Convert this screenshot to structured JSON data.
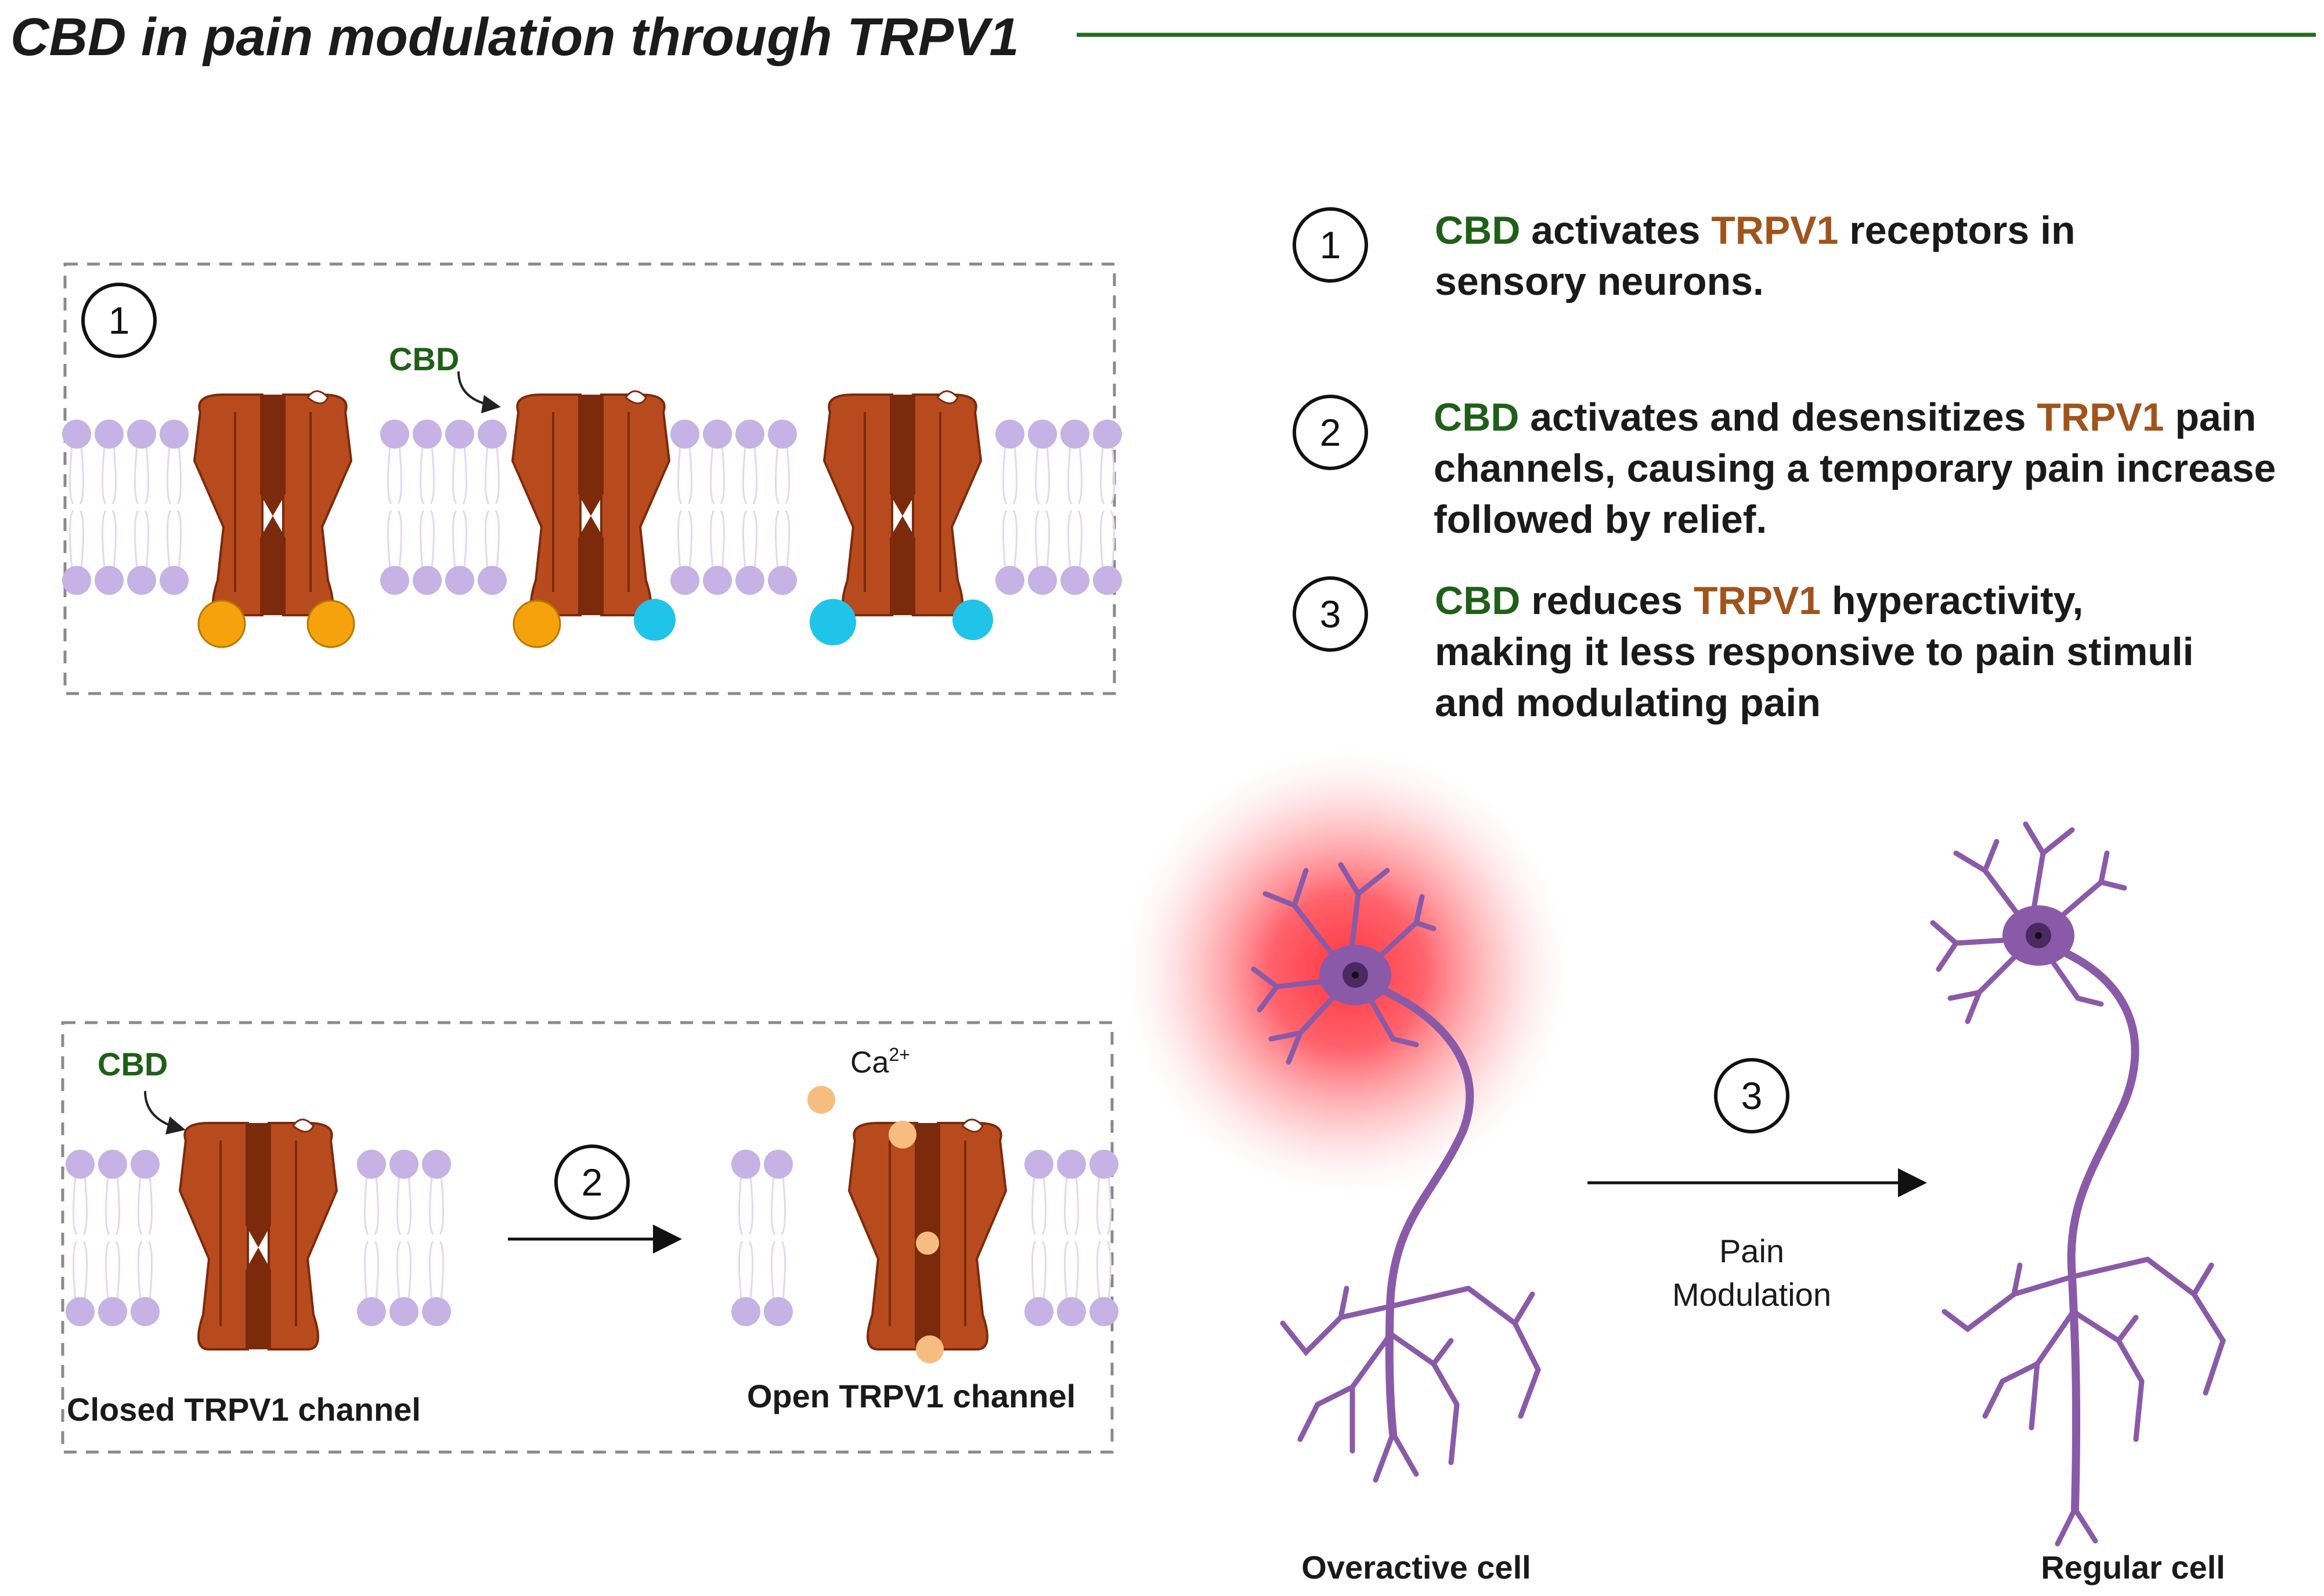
{
  "title": "CBD in pain modulation through TRPV1",
  "colors": {
    "title_rule": "#1f6e1f",
    "cbd_green": "#1f5f18",
    "trpv1_brown": "#a0541c",
    "channel_body": "#b84b1d",
    "channel_dark": "#7c2a0c",
    "lipid_head": "#c6b2e4",
    "lipid_tail": "#e2d7f2",
    "orange_ball": "#f5a20c",
    "cyan_ball": "#20c4e8",
    "calcium_ion": "#f7bd80",
    "neuron_purple": "#8a5aa8",
    "glow_red": "#ff3340"
  },
  "panel1": {
    "step": "1",
    "cbd_label": "CBD"
  },
  "panel2": {
    "cbd_label": "CBD",
    "step": "2",
    "ion_label": "Ca",
    "ion_charge": "2+",
    "closed_label": "Closed TRPV1 channel",
    "open_label": "Open TRPV1 channel"
  },
  "descriptions": [
    {
      "number": "1",
      "lines": [
        [
          {
            "t": "CBD",
            "c": "green"
          },
          {
            "t": " activates ",
            "c": "dark"
          },
          {
            "t": "TRPV1",
            "c": "brown"
          },
          {
            "t": " receptors in",
            "c": "dark"
          }
        ],
        [
          {
            "t": "sensory neurons.",
            "c": "dark"
          }
        ]
      ]
    },
    {
      "number": "2",
      "lines": [
        [
          {
            "t": "CBD",
            "c": "green"
          },
          {
            "t": " activates and desensitizes ",
            "c": "dark"
          },
          {
            "t": "TRPV1",
            "c": "brown"
          },
          {
            "t": " pain",
            "c": "dark"
          }
        ],
        [
          {
            "t": "channels, causing a temporary pain increase",
            "c": "dark"
          }
        ],
        [
          {
            "t": "followed by relief.",
            "c": "dark"
          }
        ]
      ]
    },
    {
      "number": "3",
      "lines": [
        [
          {
            "t": "CBD",
            "c": "green"
          },
          {
            "t": " reduces ",
            "c": "dark"
          },
          {
            "t": "TRPV1",
            "c": "brown"
          },
          {
            "t": " hyperactivity,",
            "c": "dark"
          }
        ],
        [
          {
            "t": "making it less responsive to pain stimuli",
            "c": "dark"
          }
        ],
        [
          {
            "t": "and modulating pain",
            "c": "dark"
          }
        ]
      ]
    }
  ],
  "neurons": {
    "step": "3",
    "arrow_label_1": "Pain",
    "arrow_label_2": "Modulation",
    "left_label": "Overactive cell",
    "right_label": "Regular cell"
  }
}
